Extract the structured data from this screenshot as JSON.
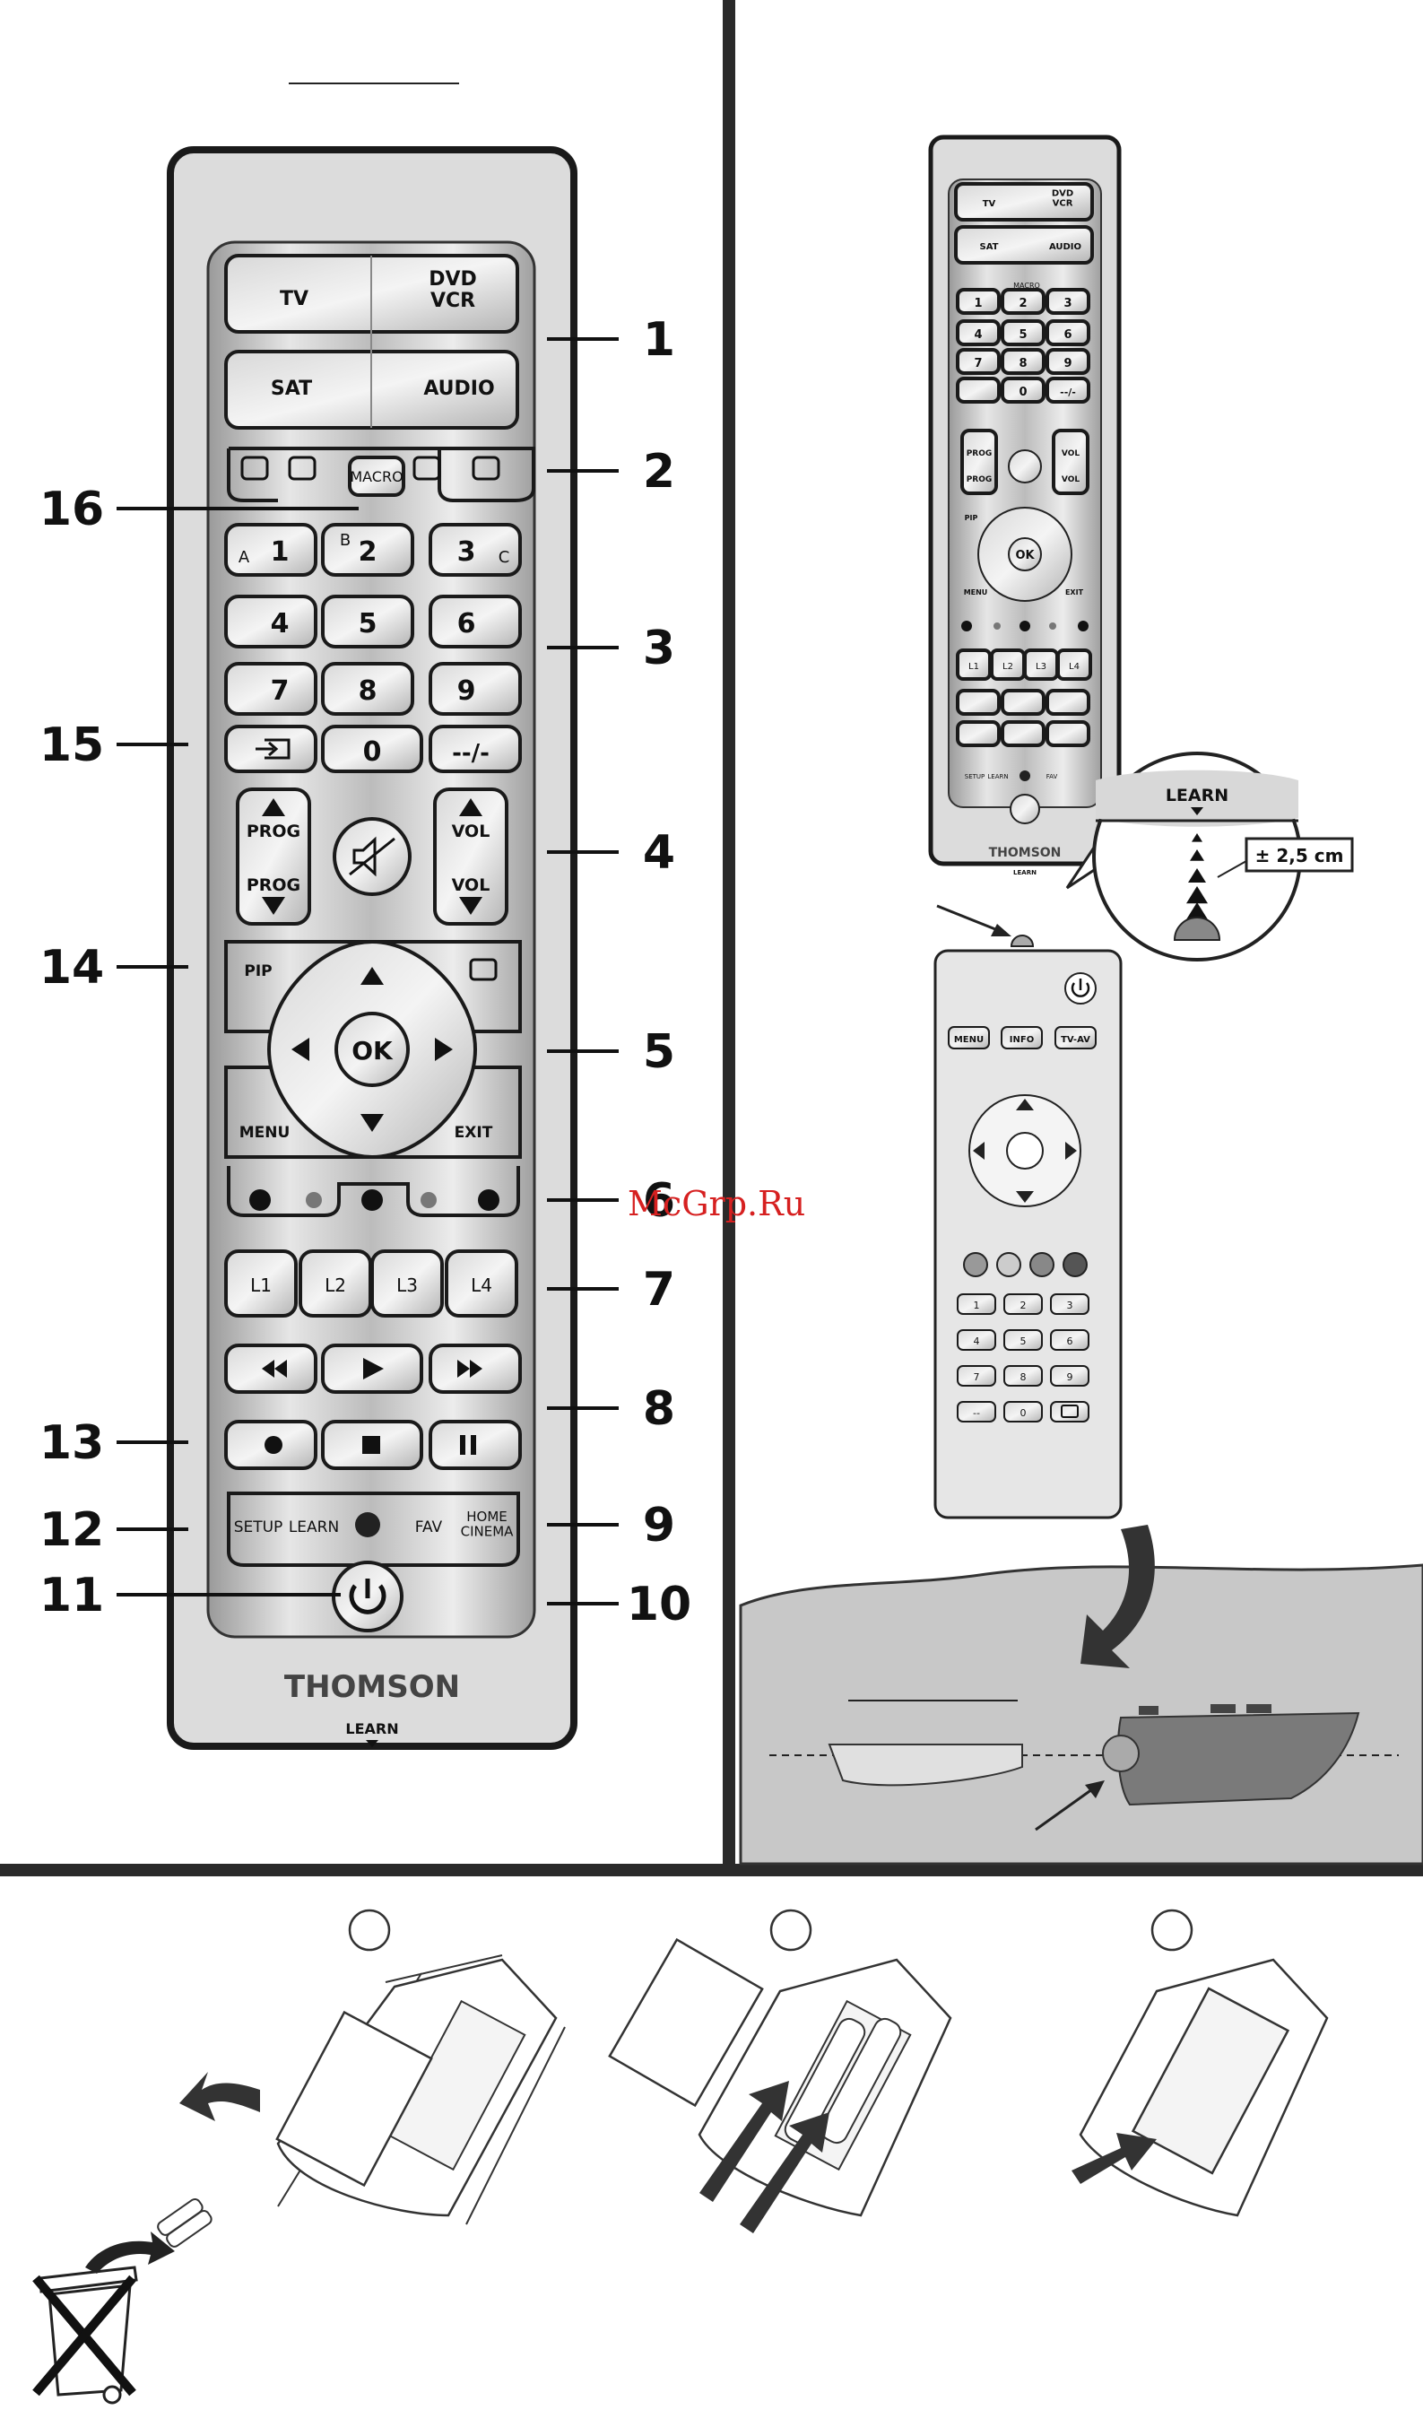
{
  "remote": {
    "brand": "THOMSON",
    "learn_label": "LEARN",
    "mode_buttons": [
      "TV",
      "DVD\nVCR",
      "SAT",
      "AUDIO"
    ],
    "macro_label": "MACRO",
    "digits": [
      "1",
      "2",
      "3",
      "4",
      "5",
      "6",
      "7",
      "8",
      "9",
      "0"
    ],
    "digit_letters": [
      "A",
      "B",
      "C"
    ],
    "dashes": "--/-",
    "prog_label": "PROG",
    "vol_label": "VOL",
    "pip_label": "PIP",
    "ok_label": "OK",
    "menu_label": "MENU",
    "exit_label": "EXIT",
    "learn_keys": [
      "L1",
      "L2",
      "L3",
      "L4"
    ],
    "bottom_keys": [
      "SETUP",
      "LEARN",
      "FAV",
      "HOME\nCINEMA"
    ]
  },
  "callouts": {
    "right": [
      "1",
      "2",
      "3",
      "4",
      "5",
      "6",
      "7",
      "8",
      "9",
      "10"
    ],
    "left": [
      "16",
      "15",
      "14",
      "13",
      "12",
      "11"
    ]
  },
  "learn_panel": {
    "zoom_label": "LEARN",
    "distance": "± 2,5 cm",
    "source_remote_buttons": [
      "MENU",
      "INFO",
      "TV-AV"
    ],
    "source_digits": [
      "1",
      "2",
      "3",
      "4",
      "5",
      "6",
      "7",
      "8",
      "9",
      "--",
      "0"
    ]
  },
  "watermark": "McGrp.Ru"
}
